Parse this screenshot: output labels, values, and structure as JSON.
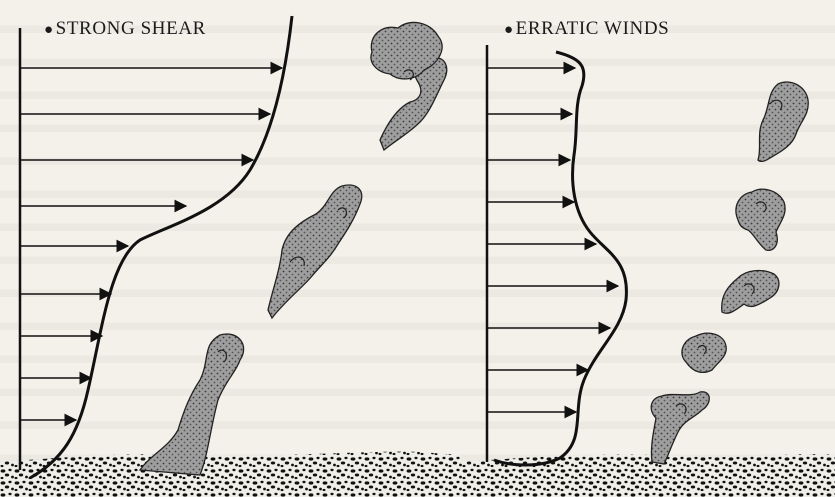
{
  "panels": [
    {
      "title": "STRONG SHEAR"
    },
    {
      "title": "ERRATIC WINDS"
    }
  ],
  "colors": {
    "ink": "#1a1a1a",
    "paper": "#f4f1ea",
    "smoke_fill": "#b9b9b9"
  },
  "icons": [
    "bullet-dot",
    "wind-arrow",
    "smoke-plume",
    "ground-stipple"
  ]
}
